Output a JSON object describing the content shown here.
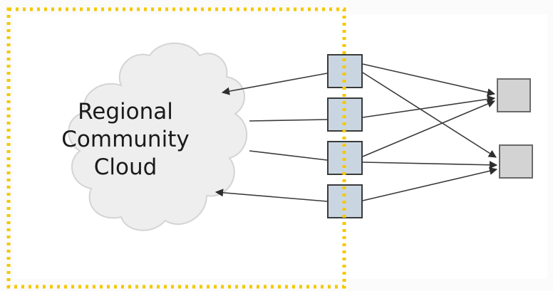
{
  "cloud": {
    "label_lines": [
      "Regional",
      "Community",
      "Cloud"
    ]
  },
  "boundary": {
    "style": "dotted",
    "color": "#f5c800"
  },
  "colors": {
    "cloud_fill": "#eeeeee",
    "cloud_stroke": "#d4d4d4",
    "middle_node_fill": "#c9d6e2",
    "middle_node_stroke": "#3a3a3a",
    "right_node_fill": "#d3d3d3",
    "right_node_stroke": "#6a6a6a",
    "edge_color": "#3a3a3a"
  },
  "nodes": {
    "middle": [
      "m1",
      "m2",
      "m3",
      "m4"
    ],
    "right": [
      "r1",
      "r2"
    ]
  }
}
